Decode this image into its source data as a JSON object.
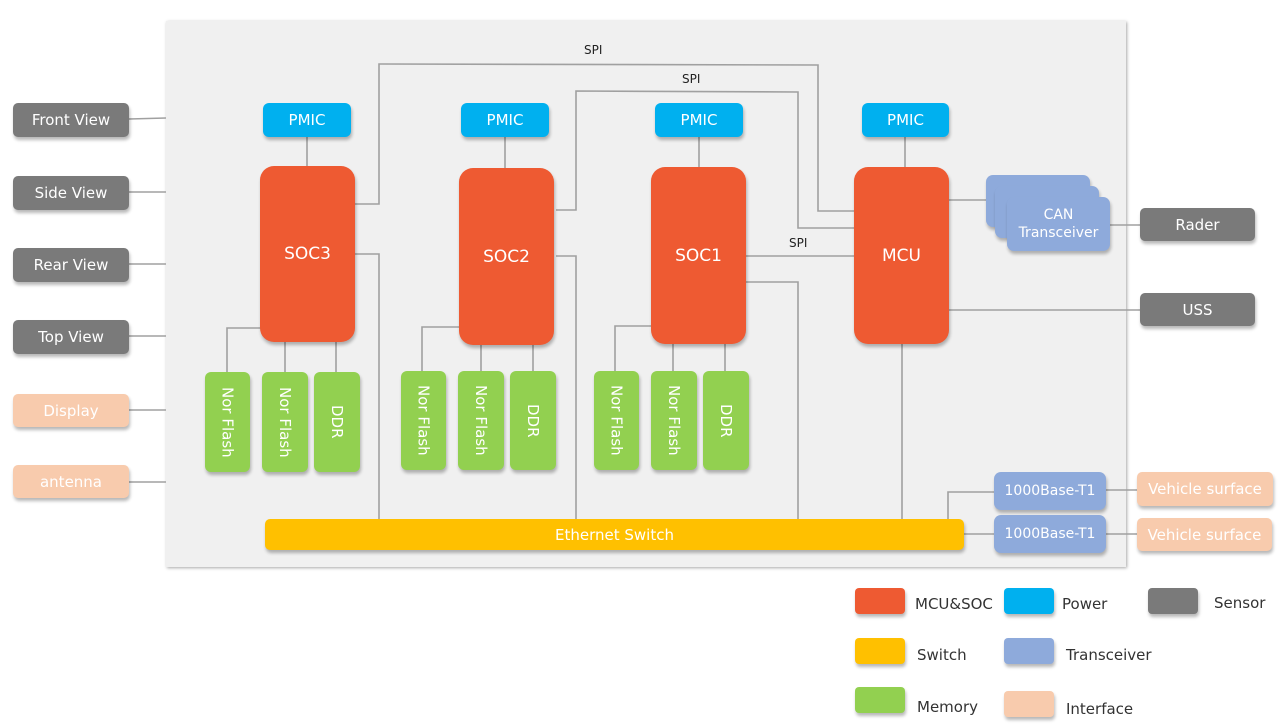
{
  "colors": {
    "mcu_soc": "#ee5a32",
    "power": "#00b0ef",
    "sensor": "#7a7a7a",
    "switch": "#ffc000",
    "transceiver": "#8eaadb",
    "memory": "#92d050",
    "interface": "#f8cbad",
    "panel": "#f0f0f0",
    "wire": "#a0a0a0"
  },
  "left_inputs": [
    {
      "label": "Front View",
      "type": "sensor"
    },
    {
      "label": "Side View",
      "type": "sensor"
    },
    {
      "label": "Rear View",
      "type": "sensor"
    },
    {
      "label": "Top View",
      "type": "sensor"
    },
    {
      "label": "Display",
      "type": "interface"
    },
    {
      "label": "antenna",
      "type": "interface"
    }
  ],
  "processors": [
    {
      "label": "SOC3",
      "pmic": "PMIC",
      "memory": [
        "Nor Flash",
        "Nor Flash",
        "DDR"
      ]
    },
    {
      "label": "SOC2",
      "pmic": "PMIC",
      "memory": [
        "Nor Flash",
        "Nor Flash",
        "DDR"
      ]
    },
    {
      "label": "SOC1",
      "pmic": "PMIC",
      "memory": [
        "Nor Flash",
        "Nor Flash",
        "DDR"
      ]
    },
    {
      "label": "MCU",
      "pmic": "PMIC"
    }
  ],
  "links": {
    "spi_labels": [
      "SPI",
      "SPI",
      "SPI"
    ]
  },
  "can_transceiver": {
    "line1": "CAN",
    "line2": "Transceiver"
  },
  "right_sensors": [
    "Rader",
    "USS"
  ],
  "ethernet_switch": "Ethernet Switch",
  "phys": [
    "1000Base-T1",
    "1000Base-T1"
  ],
  "vehicle_interfaces": [
    "Vehicle surface",
    "Vehicle surface"
  ],
  "legend": [
    {
      "label": "MCU&SOC",
      "color": "#ee5a32"
    },
    {
      "label": "Power",
      "color": "#00b0ef"
    },
    {
      "label": "Sensor",
      "color": "#7a7a7a"
    },
    {
      "label": "Switch",
      "color": "#ffc000"
    },
    {
      "label": "Transceiver",
      "color": "#8eaadb"
    },
    {
      "label": "Memory",
      "color": "#92d050"
    },
    {
      "label": "Interface",
      "color": "#f8cbad"
    }
  ]
}
